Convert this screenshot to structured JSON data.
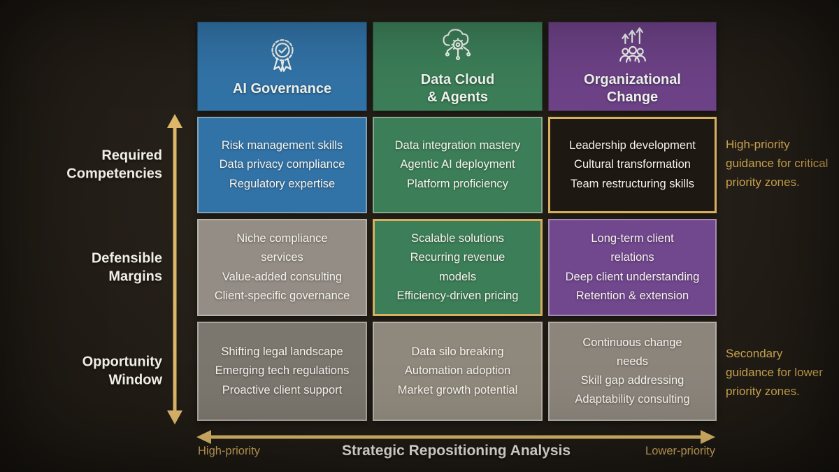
{
  "title": "Strategic Repositioning Analysis",
  "x_axis": {
    "left_label": "High-priority",
    "right_label": "Lower-priority"
  },
  "rows": [
    "Required\nCompetencies",
    "Defensible\nMargins",
    "Opportunity\nWindow"
  ],
  "columns": [
    {
      "label": "AI Governance",
      "icon": "award-badge-icon",
      "color": "#3273a7"
    },
    {
      "label": "Data Cloud\n& Agents",
      "icon": "cloud-gear-icon",
      "color": "#3c7e58"
    },
    {
      "label": "Organizational\nChange",
      "icon": "people-growth-icon",
      "color": "#6d4287"
    }
  ],
  "cells": {
    "r0c0": {
      "items": [
        "Risk management skills",
        "Data privacy compliance",
        "Regulatory expertise"
      ]
    },
    "r0c1": {
      "items": [
        "Data integration mastery",
        "Agentic AI deployment",
        "Platform proficiency"
      ]
    },
    "r0c2": {
      "items": [
        "Leadership development",
        "Cultural transformation",
        "Team restructuring skills"
      ],
      "highlighted": true
    },
    "r1c0": {
      "items": [
        "Niche compliance\nservices",
        "Value-added consulting",
        "Client-specific governance"
      ]
    },
    "r1c1": {
      "items": [
        "Scalable solutions",
        "Recurring revenue\nmodels",
        "Efficiency-driven pricing"
      ],
      "highlighted": true
    },
    "r1c2": {
      "items": [
        "Long-term client\nrelations",
        "Deep client understanding",
        "Retention & extension"
      ]
    },
    "r2c0": {
      "items": [
        "Shifting legal landscape",
        "Emerging tech regulations",
        "Proactive client support"
      ]
    },
    "r2c1": {
      "items": [
        "Data silo breaking",
        "Automation adoption",
        "Market growth potential"
      ]
    },
    "r2c2": {
      "items": [
        "Continuous change\nneeds",
        "Skill gap addressing",
        "Adaptability consulting"
      ]
    }
  },
  "notes": {
    "high_priority": "High-priority guidance for critical priority zones.",
    "secondary": "Secondary guidance for lower priority zones."
  },
  "colors": {
    "background": "#221d17",
    "gold_arrow": "#dcb76a",
    "gold_highlight_border": "#d6b05f",
    "gold_text": "#c9a24f",
    "blue": "#3273a7",
    "green": "#3c7e58",
    "purple": "#6d4287"
  }
}
